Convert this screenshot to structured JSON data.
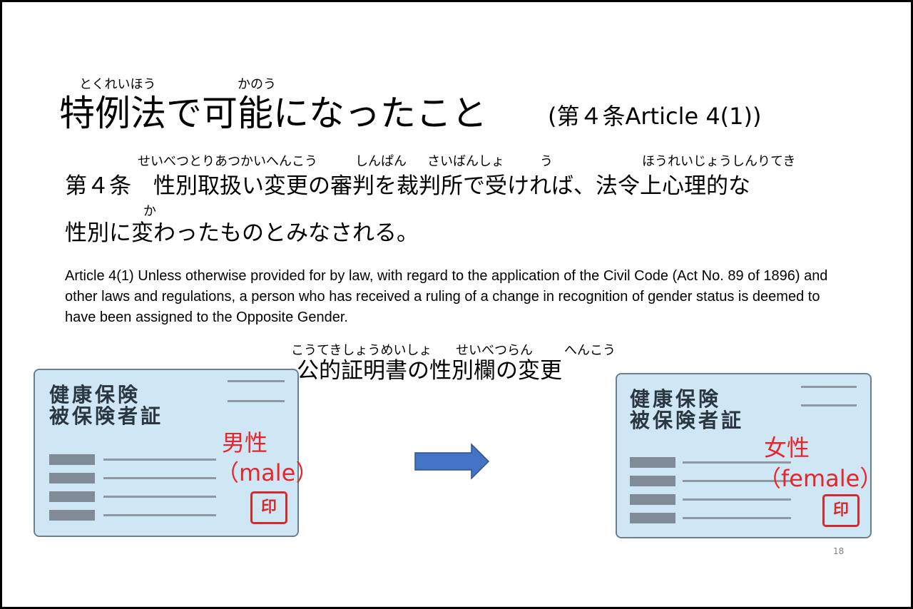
{
  "title": {
    "ruby_tokureihou": "とくれいほう",
    "ruby_kanou": "かのう",
    "main": "特例法で可能になったこと",
    "sub": "(第４条Article 4(1))"
  },
  "article": {
    "ruby_seibetsu": "せいべつとりあつかいへんこう",
    "ruby_shinpan": "しんぱん",
    "ruby_saibansho": "さいばんしょ",
    "ruby_u": "う",
    "ruby_hourei": "ほうれいじょうしんりてき",
    "line1": "第４条　性別取扱い変更の審判を裁判所で受ければ、法令上心理的な",
    "ruby_ka": "か",
    "line2": "性別に変わったものとみなされる。"
  },
  "english": {
    "text": "Article 4(1)  Unless otherwise provided for by law, with regard to the application of the Civil Code (Act No. 89 of 1896) and other laws and regulations, a person who has received a ruling of a change in recognition of gender status is deemed to have been assigned to the Opposite Gender."
  },
  "caption": {
    "ruby_koutekishoumeisho": "こうてきしょうめいしょ",
    "ruby_seibetsuran": "せいべつらん",
    "ruby_henkou": "へんこう",
    "text": "公的証明書の性別欄の変更"
  },
  "card_left": {
    "title_line1": "健康保険",
    "title_line2": "被保険者証",
    "gender": "男性",
    "gender_en": "（male）",
    "seal": "印"
  },
  "card_right": {
    "title_line1": "健康保険",
    "title_line2": "被保険者証",
    "gender": "女性",
    "gender_en": "（female）",
    "seal": "印"
  },
  "arrow_icon": "right-arrow-icon",
  "colors": {
    "card_bg": "#cfe6f5",
    "red_text": "#e8252b",
    "arrow": "#4472c4"
  },
  "page_number": "18"
}
